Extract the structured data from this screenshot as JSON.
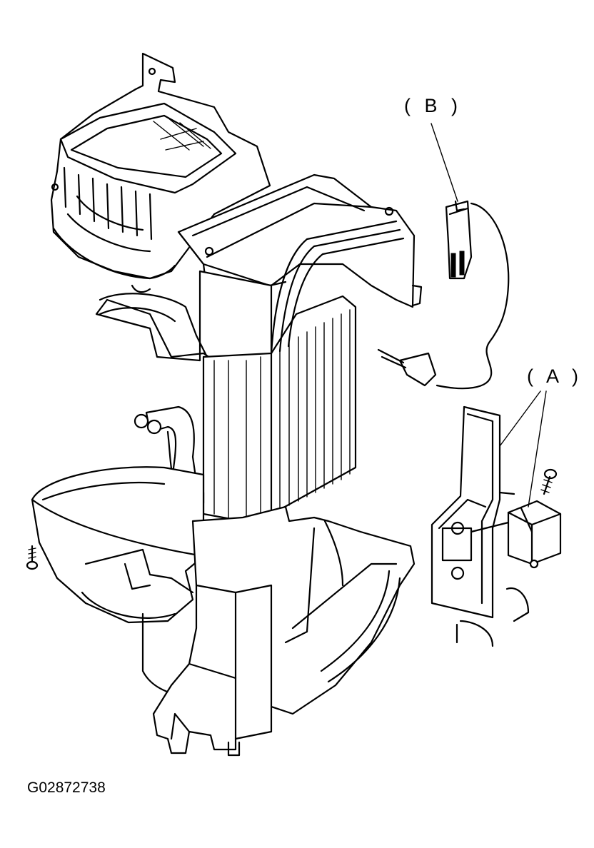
{
  "callouts": {
    "a": "( A )",
    "b": "( B )"
  },
  "figure_id": "G02872738"
}
